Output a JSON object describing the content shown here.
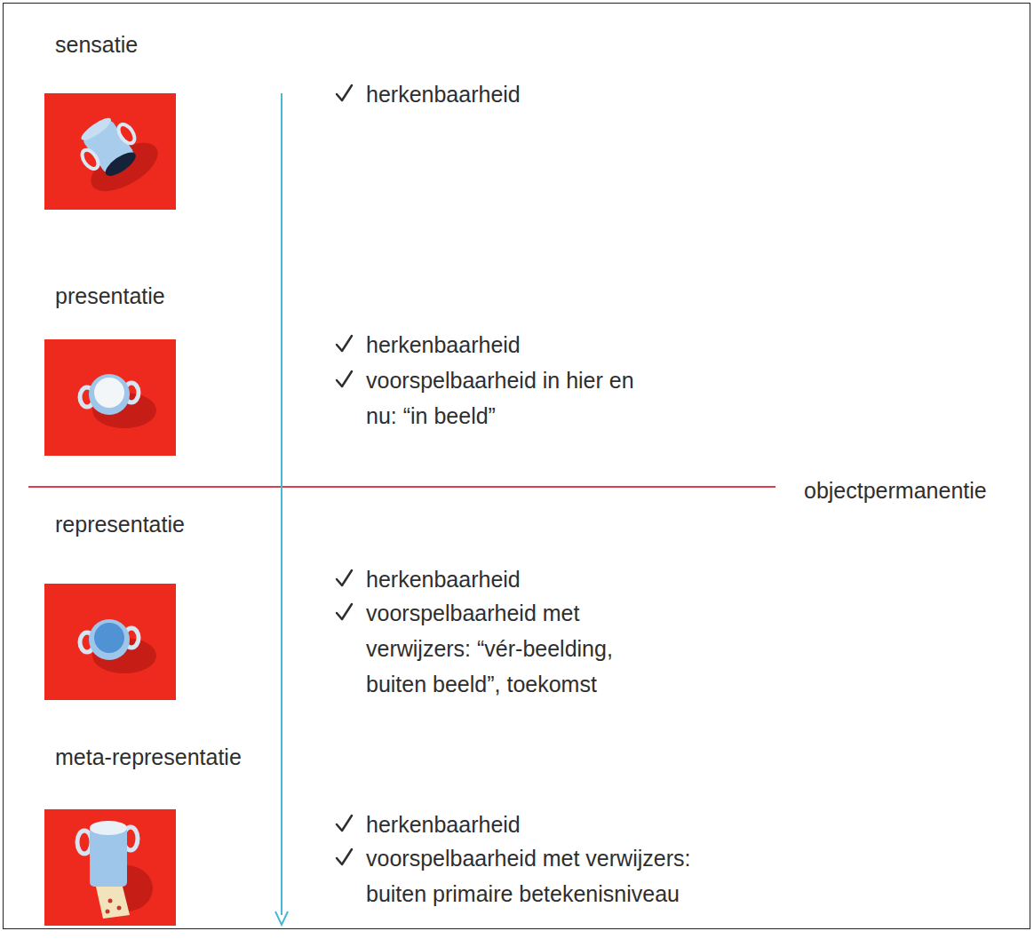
{
  "diagram": {
    "labels": [
      "sensatie",
      "herkenbaarheid",
      "presentatie",
      "herkenbaarheid",
      "voorspelbaarheid in hier en nu: “in beeld”",
      "objectpermanentie",
      "representatie",
      "herkenbaarheid",
      "voorspelbaarheid met verwijzers: “vér-beelding, buiten beeld”, toekomst",
      "meta-representatie",
      "herkenbaarheid",
      "voorspelbaarheid met verwijzers: buiten primaire betekenisniveau"
    ]
  }
}
